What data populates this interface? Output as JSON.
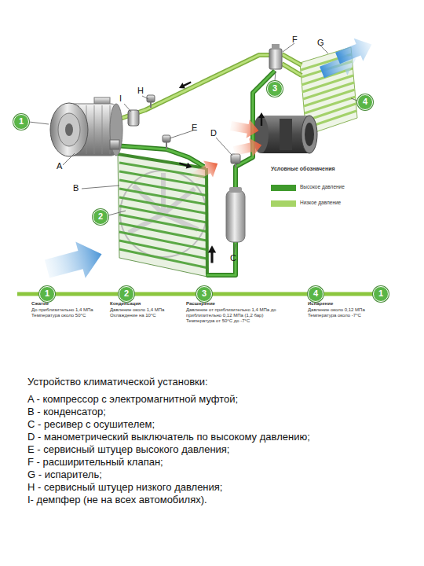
{
  "diagram": {
    "caption": "Устройство климатической установки:",
    "nodes": [
      {
        "text": [
          "1"
        ]
      },
      {
        "text": [
          "2"
        ]
      },
      {
        "text": [
          "3"
        ]
      },
      {
        "text": [
          "4"
        ]
      },
      {
        "text": [
          "1"
        ]
      },
      {
        "text": [
          "2"
        ]
      },
      {
        "text": [
          "3"
        ]
      },
      {
        "text": [
          "4"
        ]
      },
      {
        "text": [
          "1"
        ]
      }
    ],
    "edges": [
      {
        "from": 4,
        "to": 5,
        "arrow": "none"
      },
      {
        "from": 5,
        "to": 6,
        "arrow": "none"
      },
      {
        "from": 6,
        "to": 7,
        "arrow": "none"
      },
      {
        "from": 7,
        "to": 8,
        "arrow": "none"
      }
    ],
    "labels": [
      "A",
      "B",
      "C",
      "D",
      "E",
      "F",
      "G",
      "H",
      "I",
      "Условные обозначения",
      "Сжатие",
      "До приблизительно 1,4 МПа",
      "Температура около 50°C",
      "Конденсация",
      "Давление около 1,4 МПа",
      "Охлаждение на 10°C",
      "Расширение",
      "Давление от приблизительно 1,4 МПа до приблизительно 0,12 МПа (1,2 бар)",
      "Температура от 50°C до -7°C",
      "Испарение",
      "Давление около 0,12 МПа",
      "Температура около -7°C",
      "A - компрессор с электромагнитной муфтой;",
      "B - конденсатор;",
      "C - ресивер с осушителем;",
      "D - манометрический выключатель по высокому давлению;",
      "E - сервисный штуцер высокого давления;",
      "F - расширительный клапан;",
      "G - испаритель;",
      "H - сервисный штуцер низкого давления;",
      "I- демпфер (не на всех автомобилях)."
    ],
    "legend": [
      {
        "text": "Высокое давление",
        "color": "#3f9a2c"
      },
      {
        "text": "Низкое давление",
        "color": "#a6d466"
      }
    ]
  }
}
